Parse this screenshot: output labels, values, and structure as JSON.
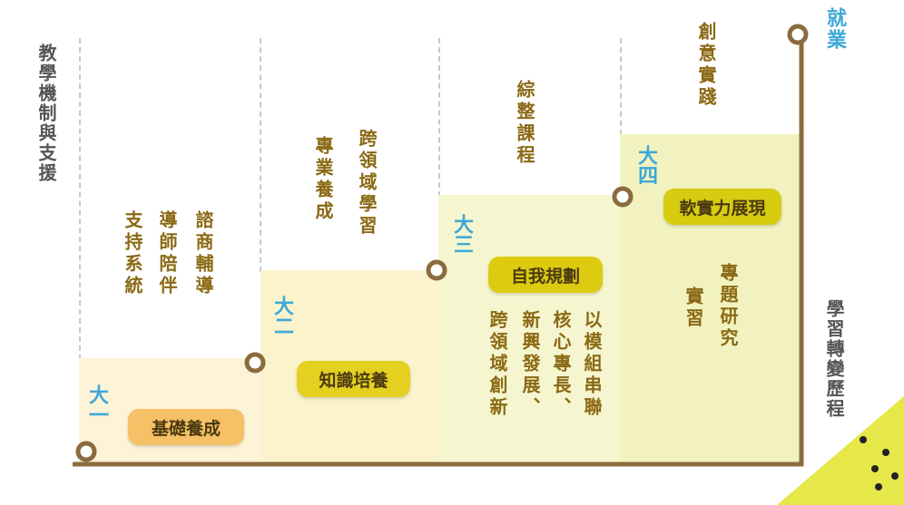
{
  "side_label": "教學機制與支援",
  "end_label": "就業",
  "axis_label": "學習轉變歷程",
  "years": [
    {
      "year": "大一",
      "pill": "基礎養成",
      "columns": [
        "支持系統",
        "導師陪伴",
        "諮商輔導"
      ]
    },
    {
      "year": "大二",
      "pill": "知識培養",
      "columns": [
        "專業養成",
        "跨領域學習"
      ]
    },
    {
      "year": "大三",
      "pill": "自我規劃",
      "top": "綜整課程",
      "columns": [
        "跨領域創新",
        "新興發展、",
        "核心專長、",
        "以模組串聯"
      ]
    },
    {
      "year": "大四",
      "pill": "軟實力展現",
      "top": "創意實踐",
      "columns": [
        "實習",
        "專題研究"
      ]
    }
  ],
  "colors": {
    "band1": "#FDF3D6",
    "band2": "#FAF3CC",
    "band3": "#F5F6CF",
    "band4": "#F1F2C0",
    "pill1": "#F6C066",
    "pill2": "#E3D020",
    "pill3": "#DCCB10",
    "pill4": "#D6CC10",
    "line": "#8B6B3E",
    "accent": "#3EA8D8",
    "text": "#8B6914"
  }
}
